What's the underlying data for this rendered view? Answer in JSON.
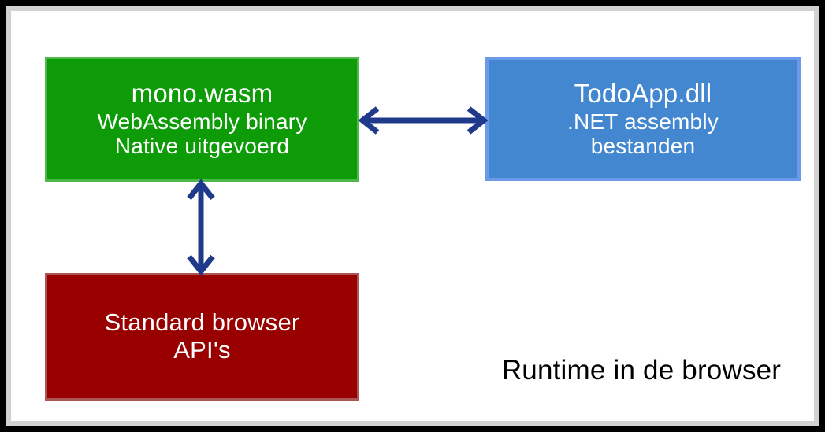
{
  "diagram": {
    "caption": "Runtime in de browser",
    "colors": {
      "green_fill": "#0d9b08",
      "green_border": "#4eb84a",
      "blue_fill": "#4287d0",
      "blue_border": "#6a9ae8",
      "red_fill": "#990000",
      "red_border": "#ab5555",
      "arrow": "#1f3a8a",
      "frame": "#000000",
      "canvas": "#ffffff",
      "caption_text": "#000000",
      "node_text": "#ffffff"
    },
    "nodes": [
      {
        "id": "mono-wasm",
        "title": "mono.wasm",
        "line2": "WebAssembly binary",
        "line3": "Native uitgevoerd"
      },
      {
        "id": "todoapp-dll",
        "title": "TodoApp.dll",
        "line2": ".NET assembly",
        "line3": "bestanden"
      },
      {
        "id": "browser-api",
        "line2": "Standard browser",
        "line3": "API's"
      }
    ],
    "connectors": [
      {
        "id": "mono-to-dll",
        "orientation": "horizontal",
        "arrowheads": "both",
        "from": "mono-wasm",
        "to": "todoapp-dll"
      },
      {
        "id": "mono-to-api",
        "orientation": "vertical",
        "arrowheads": "both",
        "from": "mono-wasm",
        "to": "browser-api"
      }
    ]
  }
}
